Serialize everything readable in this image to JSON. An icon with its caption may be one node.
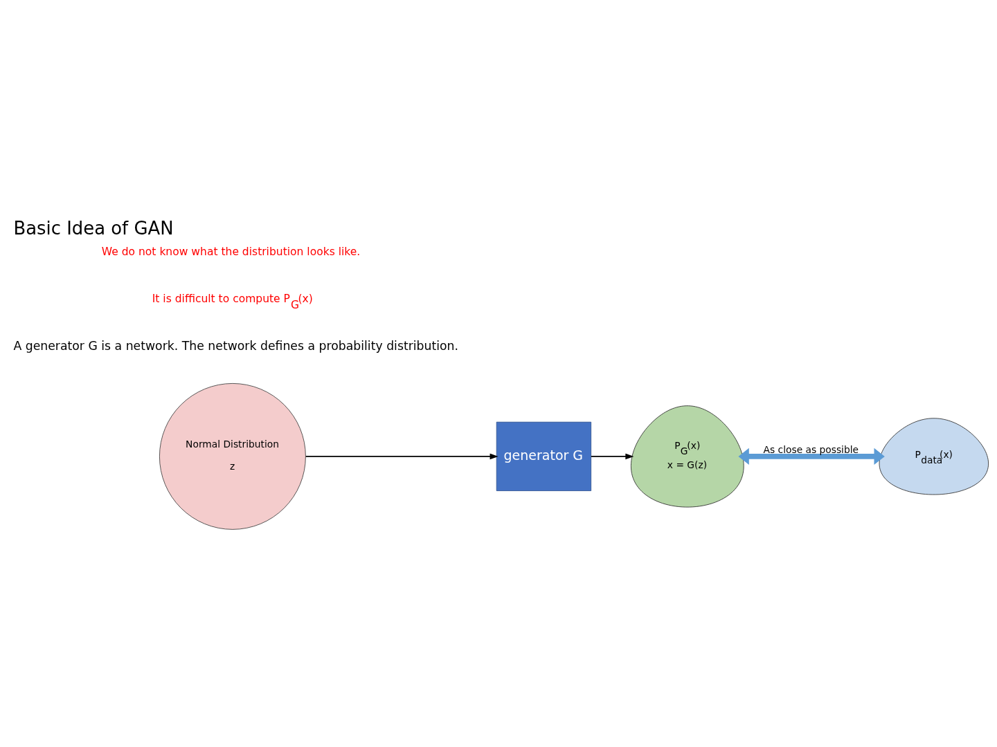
{
  "diagram": {
    "title": "Basic Idea of GAN",
    "nodes": [
      {
        "text": [
          "Normal Distribution",
          "z"
        ]
      },
      {
        "text": [
          "generator G"
        ]
      },
      {
        "text": [
          "P$_{G}$(x)",
          "x = G(z)"
        ]
      },
      {
        "text": [
          "P$_{data}$(x)"
        ]
      }
    ],
    "edges": [
      {
        "from": 0,
        "to": 1,
        "arrow": "to"
      },
      {
        "from": 1,
        "to": 2,
        "arrow": "to"
      },
      {
        "from": 2,
        "to": 3,
        "arrow": "both",
        "label": "As close as possible",
        "style": "thick",
        "color": "#5b9bd5"
      }
    ],
    "labels": [
      "A generator G is a network. The network defines a probability distribution.",
      "It is difficult to compute P$_{G}$(x)",
      "We do not know what the distribution looks like."
    ]
  }
}
